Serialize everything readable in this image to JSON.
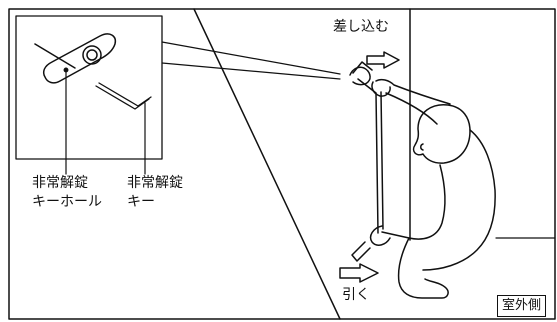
{
  "labels": {
    "insert": "差し込む",
    "pull": "引く",
    "keyhole_line1": "非常解錠",
    "keyhole_line2": "キーホール",
    "key_line1": "非常解錠",
    "key_line2": "キー",
    "outside": "室外側"
  },
  "colors": {
    "line": "#111111",
    "background": "#ffffff"
  }
}
